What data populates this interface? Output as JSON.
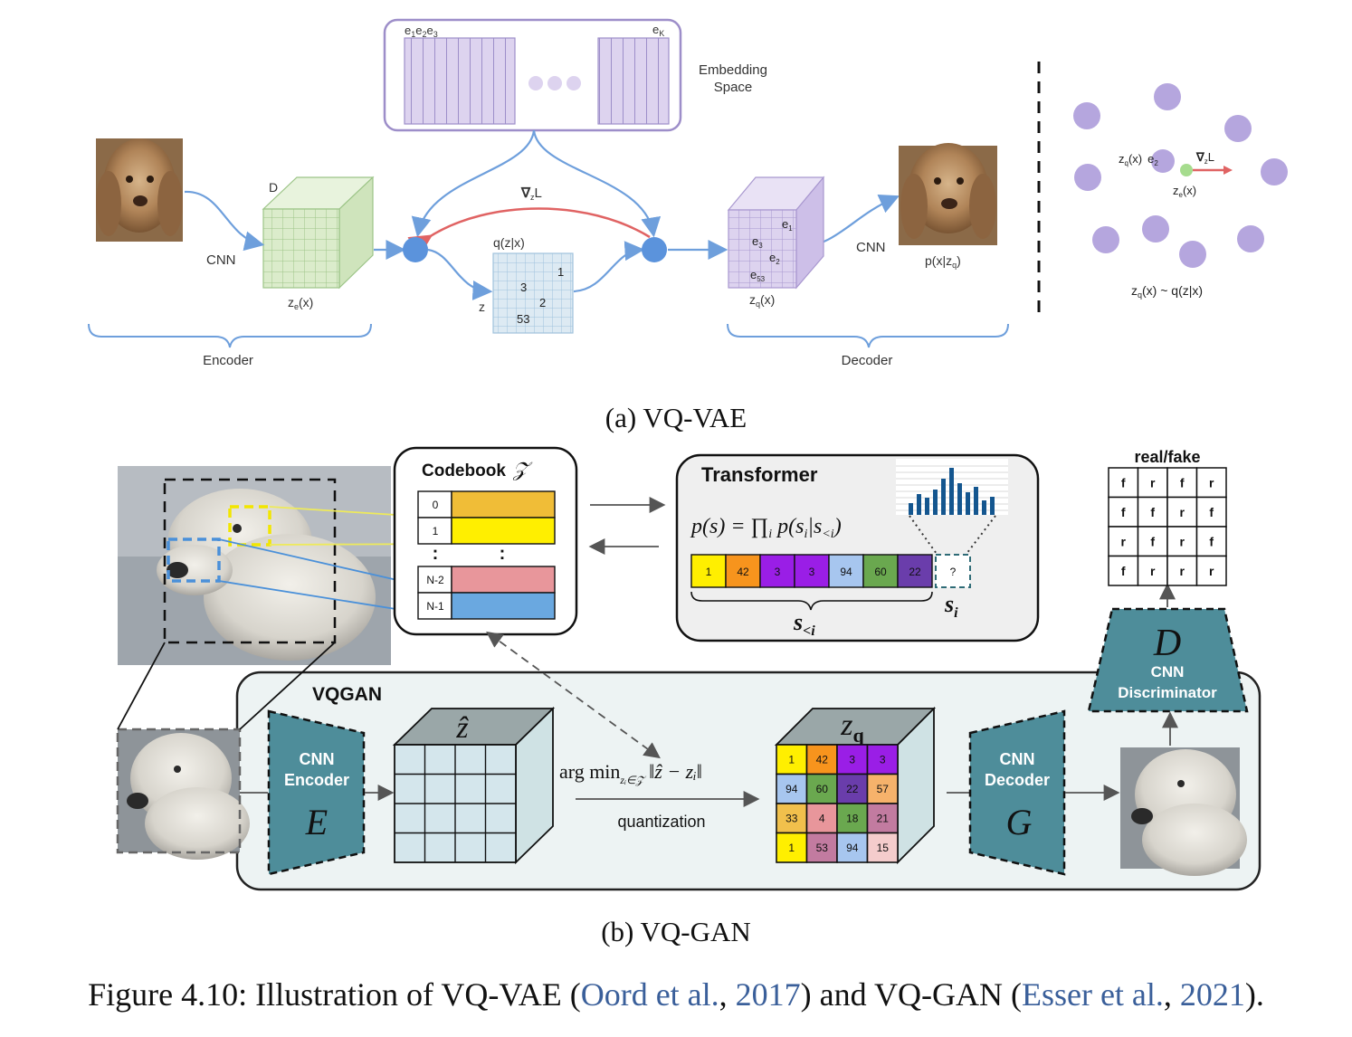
{
  "vqvae": {
    "embedding": {
      "e1": "e",
      "e1_sub": "1",
      "e2": "e",
      "e2_sub": "2",
      "e3": "e",
      "e3_sub": "3",
      "ek": "e",
      "ek_sub": "K",
      "title_line1": "Embedding",
      "title_line2": "Space"
    },
    "encoder": {
      "cnn_label": "CNN",
      "d_label": "D",
      "ze_label": "z",
      "ze_sub": "e",
      "ze_arg": "(x)",
      "brace_label": "Encoder"
    },
    "grad_label": "∇",
    "grad_sub": "z",
    "grad_L": "L",
    "qzx": {
      "title": "q(z|x)",
      "z_label": "z",
      "values": [
        "1",
        "3",
        "2",
        "53"
      ]
    },
    "decoder": {
      "cnn_label": "CNN",
      "zq_label": "z",
      "zq_sub": "q",
      "zq_arg": "(x)",
      "entries": [
        "e",
        "e",
        "e",
        "e"
      ],
      "entry_subs": [
        "1",
        "3",
        "2",
        "53"
      ],
      "output_label": "p(x|z",
      "output_sub": "q",
      "output_close": ")",
      "brace_label": "Decoder"
    },
    "space": {
      "zq": "z",
      "zq_sub": "q",
      "zq_arg": "(x)",
      "e2": "e",
      "e2_sub": "2",
      "grad": "∇",
      "grad_sub": "z",
      "grad_L": "L",
      "ze": "z",
      "ze_sub": "e",
      "ze_arg": "(x)",
      "formula": "z",
      "formula_sub": "q",
      "formula_rest": "(x) ~ q(z|x)"
    }
  },
  "vqgan": {
    "codebook": {
      "title": "Codebook",
      "symbol": "𝒵",
      "rows": [
        "0",
        "1",
        "N-2",
        "N-1"
      ],
      "dots": ":"
    },
    "transformer": {
      "title": "Transformer",
      "formula": "p(s) = ∏",
      "formula_sub": "i",
      "formula_rest": " p(s",
      "formula_rest_sub": "i",
      "formula_tail": "|s",
      "formula_tail_sub": "<i",
      "formula_close": ")",
      "tokens": [
        "1",
        "42",
        "3",
        "3",
        "94",
        "60",
        "22"
      ],
      "unknown": "?",
      "s_less": "s",
      "s_less_sub": "<i",
      "s_i": "s",
      "s_i_sub": "i"
    },
    "vqgan_label": "VQGAN",
    "encoder": {
      "line1": "CNN",
      "line2": "Encoder",
      "symbol": "E"
    },
    "zhat": "ẑ",
    "argmin": "arg min",
    "argmin_sub": "zᵢ∈𝒵",
    "argmin_expr": " ‖ẑ − zᵢ‖",
    "quantization": "quantization",
    "zq": "z",
    "zq_sub": "q",
    "grid": [
      [
        "1",
        "42",
        "3",
        "3"
      ],
      [
        "94",
        "60",
        "22",
        "57"
      ],
      [
        "33",
        "4",
        "18",
        "21"
      ],
      [
        "1",
        "53",
        "94",
        "15"
      ]
    ],
    "decoder": {
      "line1": "CNN",
      "line2": "Decoder",
      "symbol": "G"
    },
    "discriminator": {
      "symbol": "D",
      "line1": "CNN",
      "line2": "Discriminator"
    },
    "realfake": {
      "title": "real/fake",
      "grid": [
        [
          "f",
          "r",
          "f",
          "r"
        ],
        [
          "f",
          "f",
          "r",
          "f"
        ],
        [
          "r",
          "f",
          "r",
          "f"
        ],
        [
          "f",
          "r",
          "r",
          "r"
        ]
      ]
    }
  },
  "captions": {
    "a": "(a) VQ-VAE",
    "b": "(b) VQ-GAN",
    "fig_prefix": "Figure 4.10: Illustration of VQ-VAE (",
    "cite1": "Oord et al.",
    "sep1": ", ",
    "year1": "2017",
    "mid": ") and VQ-GAN (",
    "cite2": "Esser et al.",
    "sep2": ", ",
    "year2": "2021",
    "suffix": ")."
  },
  "colors": {
    "accent_blue": "#6e9fdc",
    "teal": "#4e8d9a",
    "red_arrow": "#e06363",
    "purple_box": "#9d8ec9"
  }
}
